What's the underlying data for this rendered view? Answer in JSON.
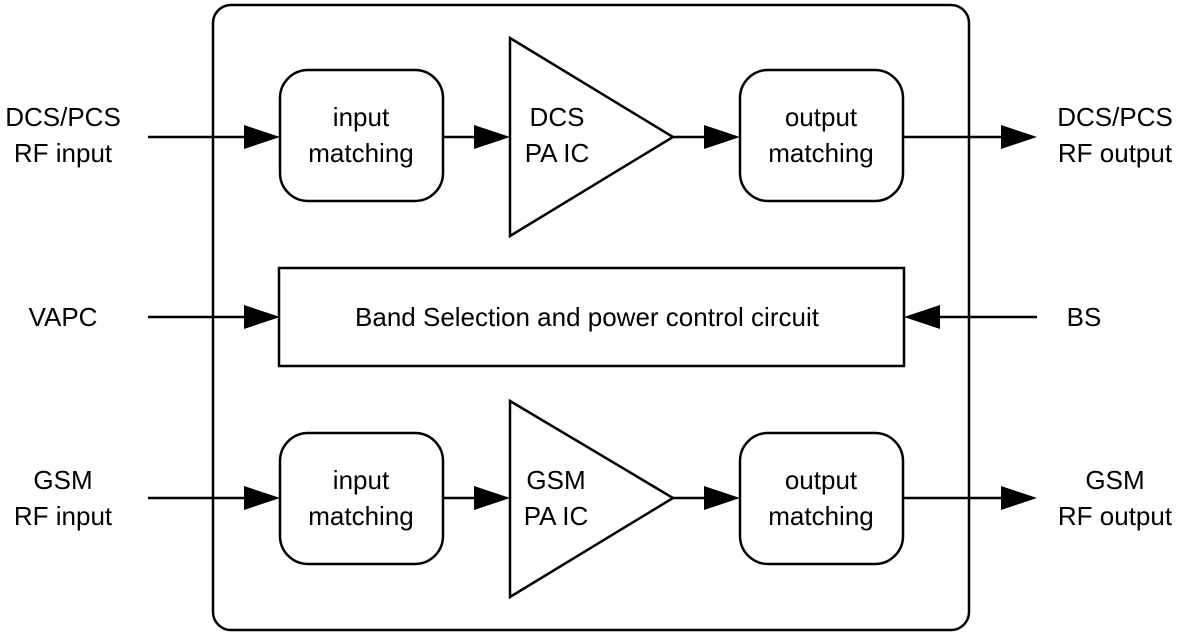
{
  "diagram": {
    "dcs_input": [
      "DCS/PCS",
      "RF input"
    ],
    "dcs_output": [
      "DCS/PCS",
      "RF output"
    ],
    "vapc": "VAPC",
    "bs": "BS",
    "gsm_input": [
      "GSM",
      "RF input"
    ],
    "gsm_output": [
      "GSM",
      "RF output"
    ],
    "dcs_input_matching": [
      "input",
      "matching"
    ],
    "dcs_pa": [
      "DCS",
      "PA IC"
    ],
    "dcs_output_matching": [
      "output",
      "matching"
    ],
    "control_block": "Band Selection and power control circuit",
    "gsm_input_matching": [
      "input",
      "matching"
    ],
    "gsm_pa": [
      "GSM",
      "PA IC"
    ],
    "gsm_output_matching": [
      "output",
      "matching"
    ]
  }
}
